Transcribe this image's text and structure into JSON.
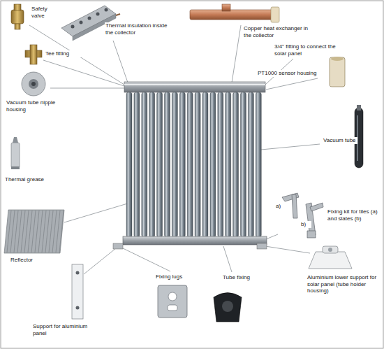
{
  "diagram": {
    "labels": [
      "Safety valve",
      "Thermal insulation inside the collector",
      "Copper heat exchanger in the collector",
      "Tee fitting",
      "3/4\" fitting to connect the solar panel",
      "PT1000 sensor housing",
      "Vacuum tube nipple housing",
      "Thermal grease",
      "Vacuum tube",
      "Fixing kit for tiles (a) and slates (b)",
      "a)",
      "b)",
      "Reflector",
      "Support for aluminium panel",
      "Fixing lugs",
      "Tube fixing",
      "Aluminium lower support for solar panel (tube holder housing)"
    ]
  }
}
